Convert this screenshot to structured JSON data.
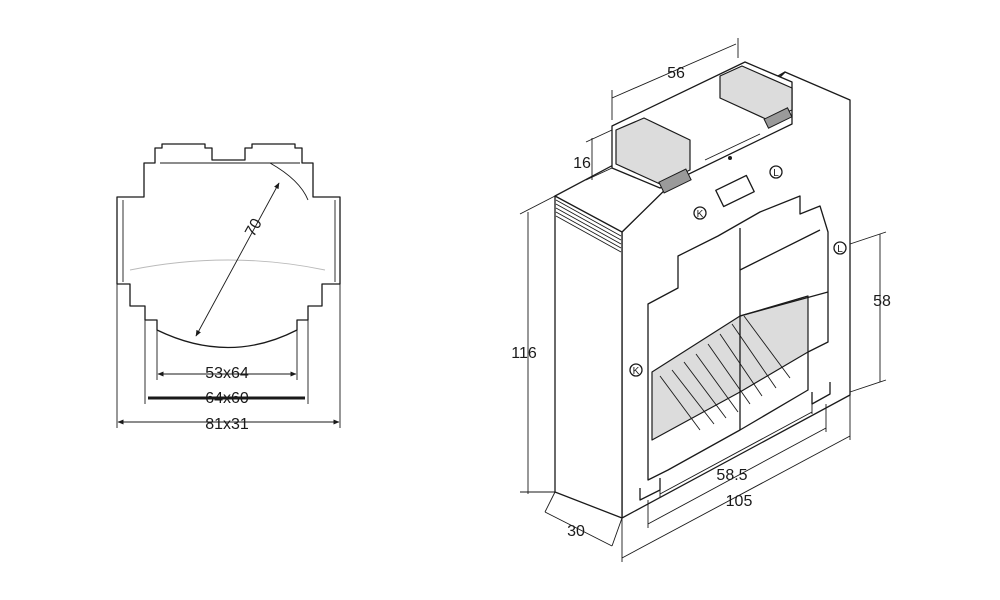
{
  "front_view": {
    "dimensions": {
      "aperture_diameter": "70",
      "inner_window": "53x64",
      "middle_window": "64x60",
      "overall_width": "81x31"
    }
  },
  "iso_view": {
    "dimensions": {
      "top_width": "56",
      "top_height": "16",
      "total_height": "116",
      "window_height": "58",
      "window_width": "58.5",
      "base_width": "105",
      "depth": "30"
    },
    "terminal_marks": {
      "top_k": "K",
      "top_l": "L",
      "side_k": "K",
      "side_l": "L"
    }
  }
}
